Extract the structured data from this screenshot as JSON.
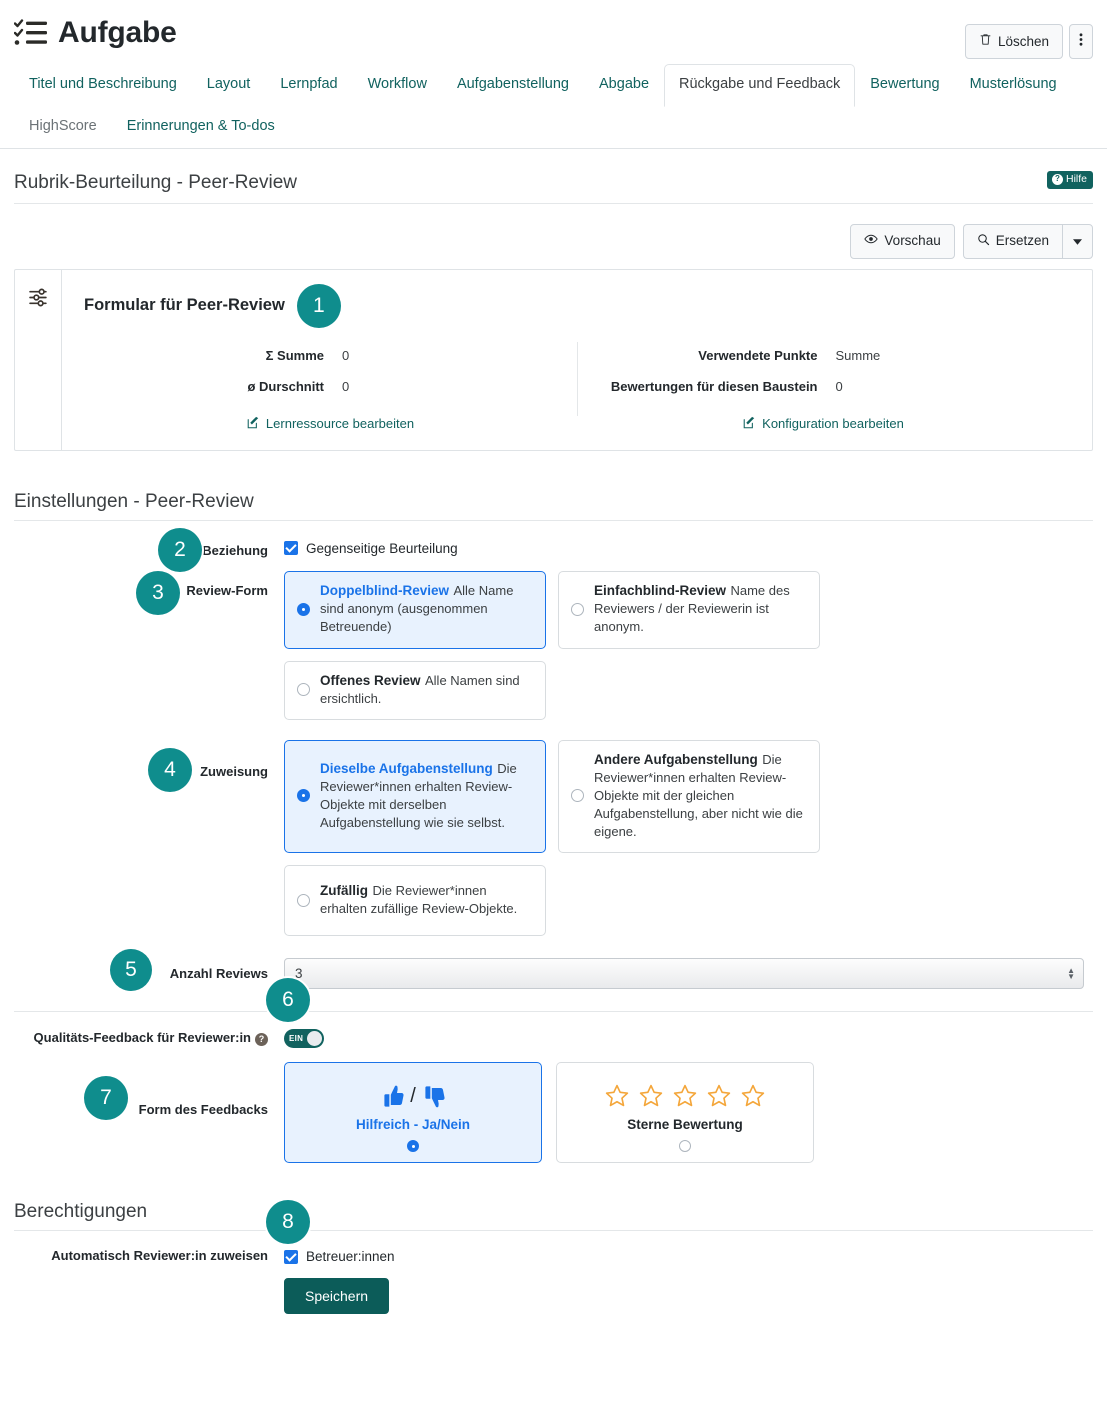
{
  "header": {
    "app_title": "Aufgabe",
    "app_icon": "task-checklist-icon",
    "delete_label": "Löschen",
    "delete_icon": "trash-icon",
    "more_icon": "kebab-menu-icon"
  },
  "tabs": [
    {
      "label": "Titel und Beschreibung",
      "active": false,
      "muted": false
    },
    {
      "label": "Layout",
      "active": false,
      "muted": false
    },
    {
      "label": "Lernpfad",
      "active": false,
      "muted": false
    },
    {
      "label": "Workflow",
      "active": false,
      "muted": false
    },
    {
      "label": "Aufgabenstellung",
      "active": false,
      "muted": false
    },
    {
      "label": "Abgabe",
      "active": false,
      "muted": false
    },
    {
      "label": "Rückgabe und Feedback",
      "active": true,
      "muted": false
    },
    {
      "label": "Bewertung",
      "active": false,
      "muted": false
    },
    {
      "label": "Musterlösung",
      "active": false,
      "muted": false
    },
    {
      "label": "HighScore",
      "active": false,
      "muted": true
    },
    {
      "label": "Erinnerungen & To-dos",
      "active": false,
      "muted": false
    }
  ],
  "rubric": {
    "heading": "Rubrik-Beurteilung - Peer-Review",
    "help_label": "Hilfe",
    "toolbar": {
      "preview_label": "Vorschau",
      "preview_icon": "eye-icon",
      "replace_label": "Ersetzen",
      "replace_icon": "search-icon",
      "dropdown_icon": "caret-down-icon"
    },
    "card": {
      "rail_icon": "sliders-icon",
      "title": "Formular für Peer-Review",
      "step": "1",
      "left": [
        {
          "label": "Σ Summe",
          "value": "0"
        },
        {
          "label": "ø Durschnitt",
          "value": "0"
        }
      ],
      "right": [
        {
          "label": "Verwendete Punkte",
          "value": "Summe"
        },
        {
          "label": "Bewertungen für diesen Baustein",
          "value": "0"
        }
      ],
      "link_left": "Lernressource bearbeiten",
      "link_right": "Konfiguration bearbeiten",
      "link_icon": "edit-pencil-icon"
    }
  },
  "settings": {
    "heading": "Einstellungen - Peer-Review",
    "relation": {
      "step": "2",
      "label": "Beziehung",
      "checkbox_label": "Gegenseitige Beurteilung",
      "checked": true
    },
    "review_form": {
      "step": "3",
      "label": "Review-Form",
      "options": [
        {
          "title": "Doppelblind-Review",
          "desc": "Alle Name sind anonym (ausgenommen Betreuende)",
          "selected": true
        },
        {
          "title": "Einfachblind-Review",
          "desc": "Name des Reviewers / der Reviewerin ist anonym.",
          "selected": false
        },
        {
          "title": "Offenes Review",
          "desc": "Alle Namen sind ersichtlich.",
          "selected": false
        }
      ]
    },
    "assignment": {
      "step": "4",
      "label": "Zuweisung",
      "options": [
        {
          "title": "Dieselbe Aufgabenstellung",
          "desc": "Die Reviewer*innen erhalten Review-Objekte mit derselben Aufgabenstellung wie sie selbst.",
          "selected": true
        },
        {
          "title": "Andere Aufgabenstellung",
          "desc": "Die Reviewer*innen erhalten Review-Objekte mit der gleichen Aufgabenstellung, aber nicht wie die eigene.",
          "selected": false
        },
        {
          "title": "Zufällig",
          "desc": "Die Reviewer*innen erhalten zufällige Review-Objekte.",
          "selected": false
        }
      ]
    },
    "review_count": {
      "step": "5",
      "label": "Anzahl Reviews",
      "value": "3"
    },
    "quality_feedback": {
      "step": "6",
      "label": "Qualitäts-Feedback für Reviewer:in",
      "help_icon": "question-mark-icon",
      "toggle_state": "EIN",
      "toggle_on": true
    },
    "feedback_form": {
      "step": "7",
      "label": "Form des Feedbacks",
      "options": [
        {
          "label": "Hilfreich - Ja/Nein",
          "icon": "thumbs-up-down-icon",
          "selected": true
        },
        {
          "label": "Sterne Bewertung",
          "icon": "five-stars-icon",
          "stars": 5,
          "selected": false
        }
      ]
    }
  },
  "permissions": {
    "heading": "Berechtigungen",
    "step": "8",
    "label": "Automatisch Reviewer:in zuweisen",
    "checkbox_label": "Betreuer:innen",
    "checked": true,
    "save_label": "Speichern"
  },
  "colors": {
    "teal_badge": "#0f8d8d",
    "teal_dark": "#11625f",
    "accent_blue": "#1a73e8",
    "star_orange": "#f4a63a",
    "save_green": "#0c5c59"
  }
}
